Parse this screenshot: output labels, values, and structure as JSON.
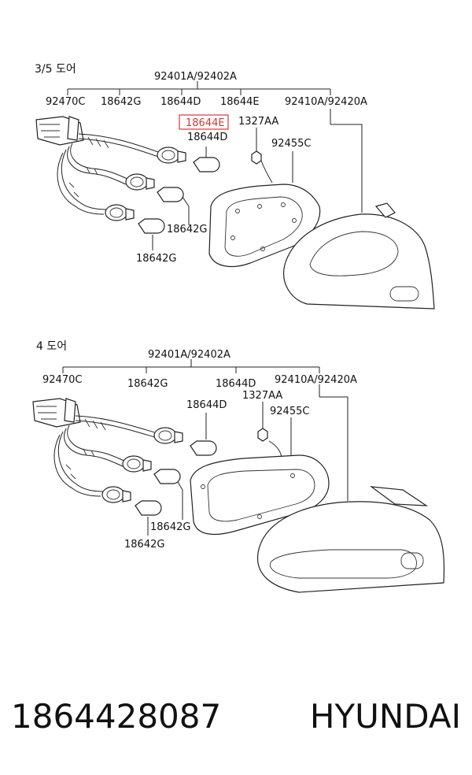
{
  "top_diagram": {
    "section_label": "3/5 도어",
    "labels": {
      "assembly": "92401A/92402A",
      "wiring": "92470C",
      "bulb_g": "18642G",
      "bulb_d": "18644D",
      "bulb_e": "18644E",
      "lamp": "92410A/92420A",
      "highlight": "18644E",
      "nut": "1327AA",
      "bulb_d2": "18644D",
      "gasket": "92455C",
      "bulb_g2": "18642G",
      "bulb_g3": "18642G"
    }
  },
  "bottom_diagram": {
    "section_label": "4 도어",
    "labels": {
      "assembly": "92401A/92402A",
      "wiring": "92470C",
      "bulb_g": "18642G",
      "bulb_d": "18644D",
      "lamp": "92410A/92420A",
      "nut": "1327AA",
      "bulb_d2": "18644D",
      "gasket": "92455C",
      "bulb_g2": "18642G",
      "bulb_g3": "18642G"
    }
  },
  "footer": {
    "part_number": "1864428087",
    "brand": "HYUNDAI"
  },
  "colors": {
    "highlight": "#d23a3a",
    "line": "#222222"
  }
}
